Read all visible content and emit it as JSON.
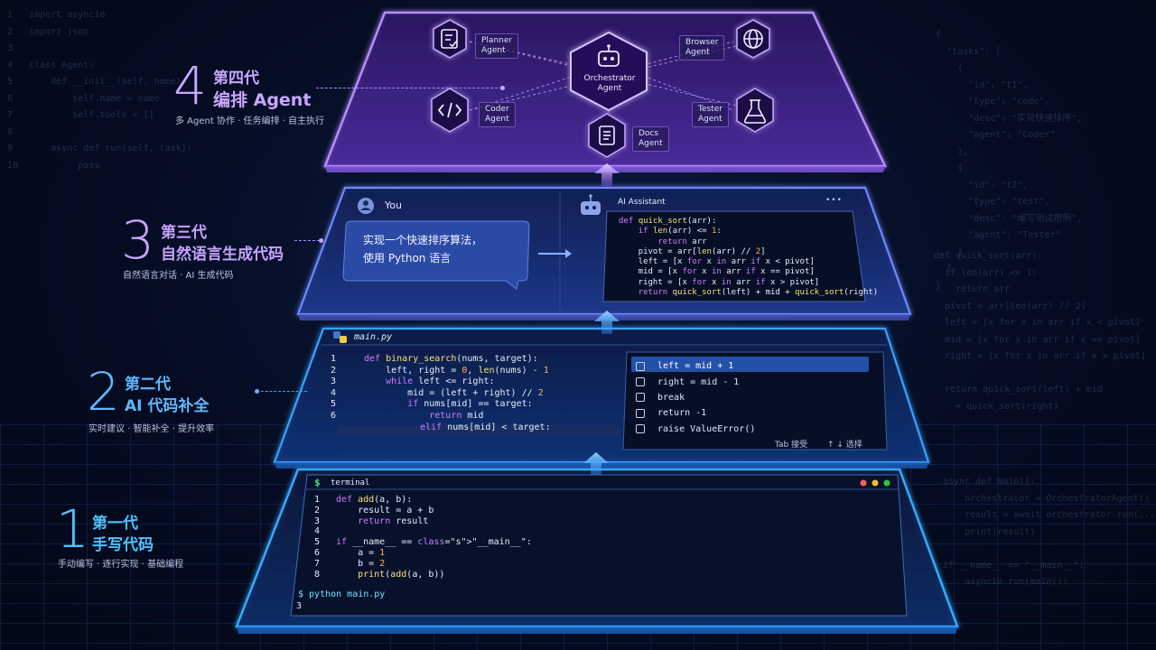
{
  "generations": [
    {
      "num": "4",
      "title1": "第四代",
      "title2": "编排 Agent",
      "sub": "多 Agent 协作 · 任务编排 · 自主执行",
      "color": "#c9a6ff"
    },
    {
      "num": "3",
      "title1": "第三代",
      "title2": "自然语言生成代码",
      "sub": "自然语言对话 · AI 生成代码",
      "color": "#c7a2ff"
    },
    {
      "num": "2",
      "title1": "第二代",
      "title2": "AI 代码补全",
      "sub": "实时建议 · 智能补全 · 提升效率",
      "color": "#60b7ff"
    },
    {
      "num": "1",
      "title1": "第一代",
      "title2": "手写代码",
      "sub": "手动编写 · 逐行实现 · 基础编程",
      "color": "#4fc2ff"
    }
  ],
  "agents": {
    "orchestrator": [
      "Orchestrator",
      "Agent"
    ],
    "planner": [
      "Planner",
      "Agent"
    ],
    "browser": [
      "Browser",
      "Agent"
    ],
    "coder": [
      "Coder",
      "Agent"
    ],
    "tester": [
      "Tester",
      "Agent"
    ],
    "docs": [
      "Docs",
      "Agent"
    ]
  },
  "chat": {
    "user_label": "You",
    "assistant_label": "AI Assistant",
    "menu": "•••",
    "message_line1": "实现一个快速排序算法，",
    "message_line2": "使用 Python 语言",
    "code": [
      "def quick_sort(arr):",
      "    if len(arr) <= 1:",
      "        return arr",
      "    pivot = arr[len(arr) // 2]",
      "    left = [x for x in arr if x < pivot]",
      "    mid = [x for x in arr if x == pivot]",
      "    right = [x for x in arr if x > pivot]",
      "    return quick_sort(left) + mid + quick_sort(right)"
    ]
  },
  "editor": {
    "filename": "main.py",
    "line_numbers": [
      "1",
      "2",
      "3",
      "4",
      "5",
      "6"
    ],
    "code": [
      "def binary_search(nums, target):",
      "    left, right = 0, len(nums) - 1",
      "    while left <= right:",
      "        mid = (left + right) // 2",
      "        if nums[mid] == target:",
      "            return mid",
      "    elif nums[mid] < target:"
    ],
    "suggestions": [
      "left = mid + 1",
      "right = mid - 1",
      "break",
      "return -1",
      "raise ValueError()"
    ],
    "hint_tab": "Tab 接受",
    "hint_select": "↑ ↓ 选择"
  },
  "terminal": {
    "title": "terminal",
    "prompt": "$",
    "line_numbers": [
      "1",
      "2",
      "3",
      "4",
      "5",
      "6",
      "7",
      "8"
    ],
    "code": [
      "def add(a, b):",
      "    result = a + b",
      "    return result",
      "",
      "if __name__ == \"__main__\":",
      "    a = 1",
      "    b = 2",
      "    print(add(a, b))"
    ],
    "command": "$ python main.py",
    "output": "3"
  },
  "ghost_code": {
    "left": [
      "import asyncio",
      "import json",
      "",
      "class Agent:",
      "    def __init__(self, name):",
      "        self.name = name",
      "        self.tools = []",
      "",
      "    async def run(self, task):",
      "        pass"
    ],
    "right": [
      "{",
      "  \"tasks\": [",
      "    {",
      "      \"id\": \"t1\",",
      "      \"type\": \"code\",",
      "      \"desc\": \"实现快速排序\",",
      "      \"agent\": \"Coder\"",
      "    },",
      "    {",
      "      \"id\": \"t2\",",
      "      \"type\": \"test\",",
      "      \"desc\": \"编写测试用例\",",
      "      \"agent\": \"Tester\"",
      "    }",
      "  ]",
      "}"
    ],
    "right2": [
      "def quick_sort(arr):",
      "  if len(arr) <= 1:",
      "    return arr",
      "  pivot = arr[len(arr) // 2]",
      "  left = [x for x in arr if x < pivot]",
      "  mid = [x for x in arr if x == pivot]",
      "  right = [x for x in arr if x > pivot]",
      "",
      "  return quick_sort(left) + mid",
      "    + quick_sort(right)"
    ],
    "right3": [
      "async def main():",
      "    orchestrator = OrchestratorAgent()",
      "    result = await orchestrator.run(...)",
      "    print(result)",
      "",
      "if __name__ == \"__main__\":",
      "    asyncio.run(main())"
    ]
  },
  "colors": {
    "purple": "#a77bff",
    "blue": "#3aa0ff",
    "cyan": "#37c8ff",
    "bg": "#040a1c"
  }
}
